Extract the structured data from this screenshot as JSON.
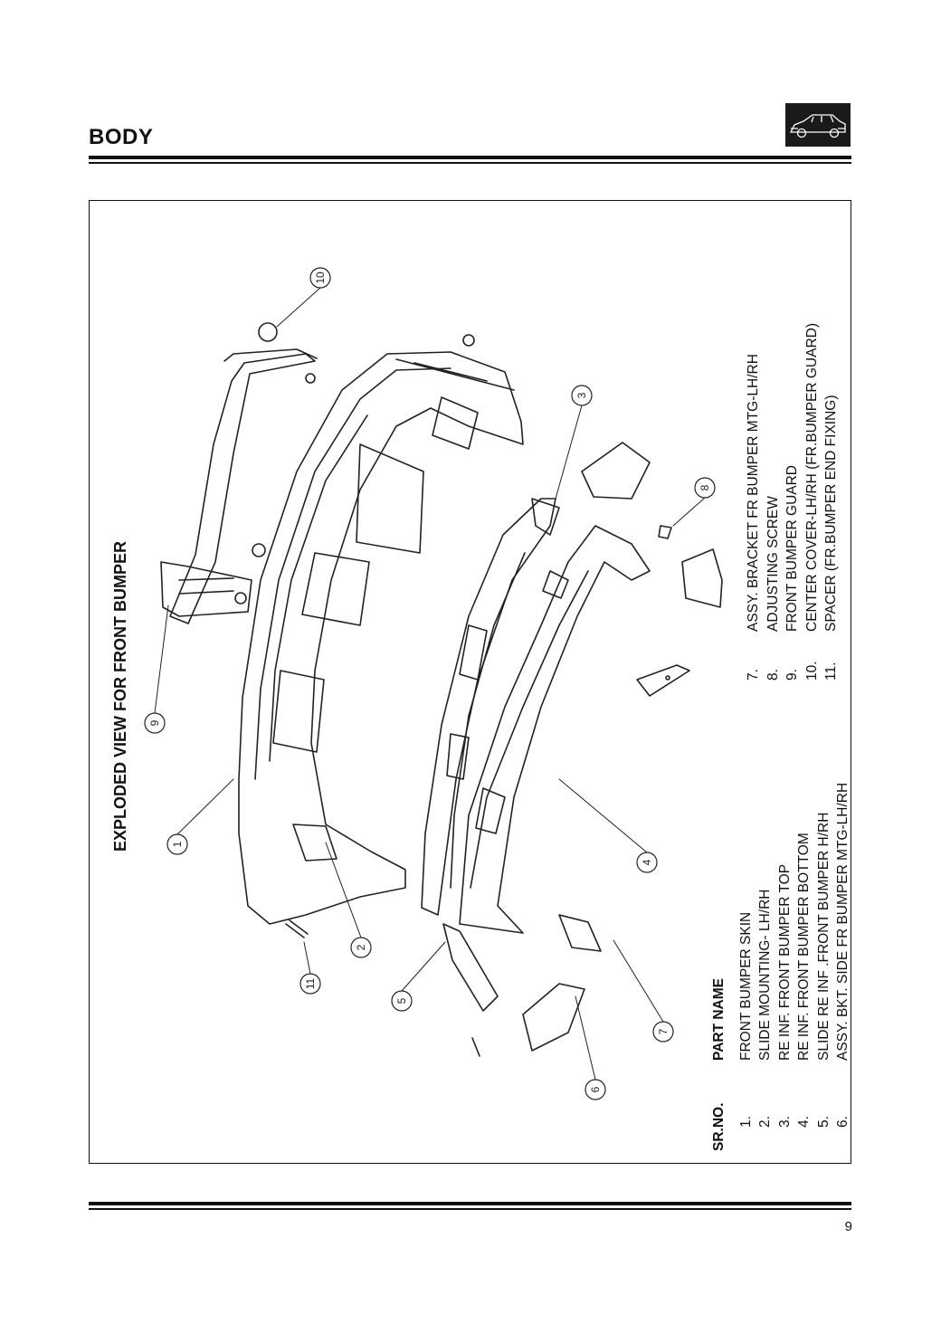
{
  "header": {
    "section_title": "BODY",
    "logo_icon": "car-icon"
  },
  "figure": {
    "title": "EXPLODED VIEW FOR  FRONT BUMPER",
    "callouts": [
      "1",
      "2",
      "3",
      "4",
      "5",
      "6",
      "7",
      "8",
      "9",
      "10",
      "11"
    ]
  },
  "legend": {
    "col_srno": "SR.NO.",
    "col_part": "PART NAME",
    "parts": [
      {
        "num": "1.",
        "name": "FRONT BUMPER SKIN"
      },
      {
        "num": "2.",
        "name": "SLIDE MOUNTING- LH/RH"
      },
      {
        "num": "3.",
        "name": "RE INF. FRONT BUMPER TOP"
      },
      {
        "num": "4.",
        "name": "RE INF. FRONT BUMPER BOTTOM"
      },
      {
        "num": "5.",
        "name": "SLIDE RE INF .FRONT BUMPER H/RH"
      },
      {
        "num": "6.",
        "name": "ASSY. BKT. SIDE FR BUMPER MTG-LH/RH"
      },
      {
        "num": "7.",
        "name": "ASSY. BRACKET FR BUMPER MTG-LH/RH"
      },
      {
        "num": "8.",
        "name": "ADJUSTING SCREW"
      },
      {
        "num": "9.",
        "name": "FRONT BUMPER GUARD"
      },
      {
        "num": "10.",
        "name": "CENTER COVER-LH/RH (FR.BUMPER GUARD)"
      },
      {
        "num": "11.",
        "name": "SPACER (FR.BUMPER END FIXING)"
      }
    ]
  },
  "footer": {
    "page_number": "9"
  }
}
